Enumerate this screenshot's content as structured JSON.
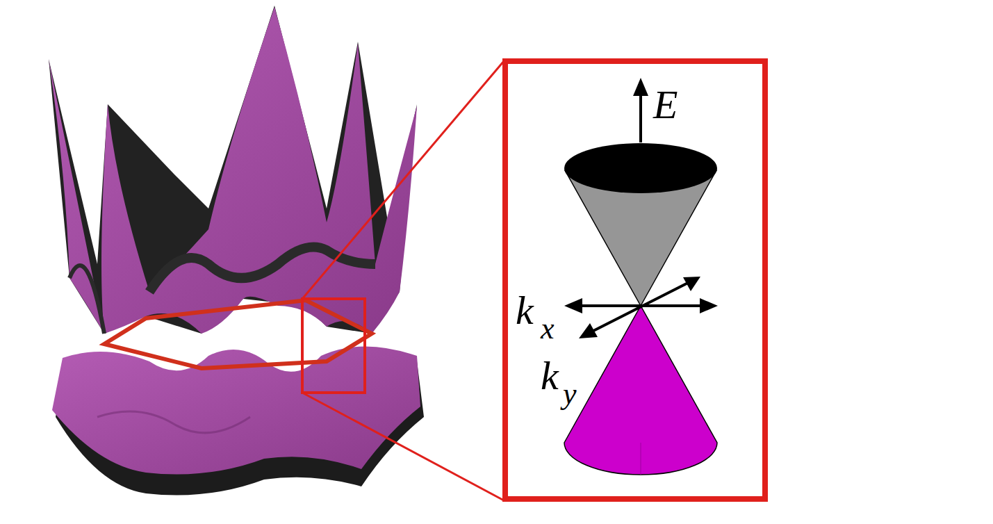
{
  "diagram": {
    "labels": [
      "E",
      "k",
      "x",
      "k",
      "y"
    ]
  }
}
